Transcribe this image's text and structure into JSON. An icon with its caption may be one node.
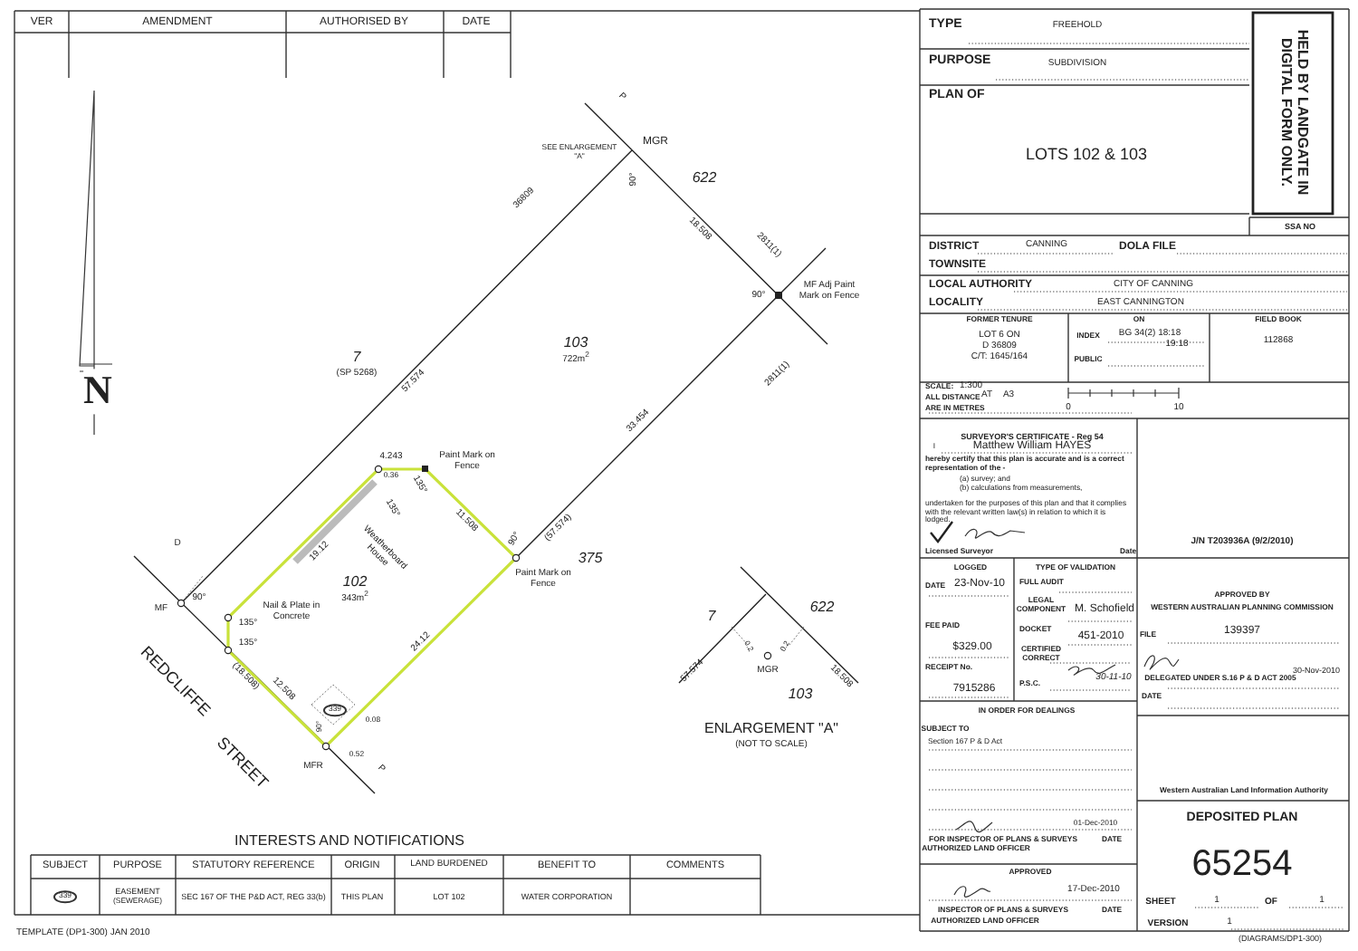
{
  "diagram": {
    "labels": [
      "VER",
      "AMENDMENT",
      "AUTHORISED BY",
      "DATE",
      "N",
      "P",
      "SEE ENLARGEMENT \"A\"",
      "MGR",
      "90°",
      "622",
      "36809",
      "18.508",
      "2811(1)",
      "90°",
      "MF Adj Paint Mark on Fence",
      "7",
      "(SP 5268)",
      "103",
      "722m$^{2}$",
      "57.574",
      "2811(1)",
      "33.454",
      "4.243",
      "Paint Mark on Fence",
      "0.36",
      "135°",
      "135°",
      "11.508",
      "Weatherboard House",
      "19.12",
      "(57.574)",
      "90°",
      "375",
      "Paint Mark on Fence",
      "D",
      "102",
      "343m$^{2}$",
      "Nail & Plate in Concrete",
      "MF",
      "90°",
      "135°",
      "135°",
      "(18.508)",
      "12.508",
      "24.12",
      "REDCLIFFE",
      "STREET",
      "339",
      "90°",
      "0.08",
      "0.52",
      "MFR",
      "P",
      "7",
      "622",
      "0.2",
      "0.2",
      "57.574",
      "MGR",
      "18.508",
      "103",
      "ENLARGEMENT \"A\"",
      "(NOT TO SCALE)",
      "INTERESTS AND NOTIFICATIONS",
      "SUBJECT",
      "PURPOSE",
      "STATUTORY REFERENCE",
      "ORIGIN",
      "LAND BURDENED",
      "BENEFIT TO",
      "COMMENTS",
      "339",
      "EASEMENT",
      "(SEWERAGE)",
      "SEC 167 OF THE P&D ACT, REG 33(b)",
      "THIS PLAN",
      "LOT 102",
      "WATER CORPORATION",
      "TEMPLATE (DP1-300) JAN 2010",
      "TYPE",
      "FREEHOLD",
      "PURPOSE",
      "SUBDIVISION",
      "PLAN OF",
      "LOTS 102 & 103",
      "HELD BY LANDGATE IN DIGITAL FORM ONLY.",
      "SSA NO",
      "DISTRICT",
      "CANNING",
      "DOLA FILE",
      "TOWNSITE",
      "LOCAL AUTHORITY",
      "CITY OF CANNING",
      "LOCALITY",
      "EAST CANNINGTON",
      "FORMER TENURE",
      "LOT 6 ON",
      "D 36809",
      "C/T: 1645/164",
      "ON",
      "INDEX",
      "BG 34(2) 18:18",
      "19:18",
      "PUBLIC",
      "FIELD BOOK",
      "112868",
      "SCALE:",
      "1:300",
      "ALL DISTANCE",
      "AT",
      "A3",
      "ARE IN METRES",
      "0",
      "10",
      "SURVEYOR'S CERTIFICATE - Reg 54",
      "I",
      "Matthew William HAYES",
      "hereby certify that this plan is accurate and is a correct representation of the -",
      "(a) survey; and",
      "(b) calculations from measurements,",
      "undertaken for the purposes of this plan and that it complies with the relevant written law(s) in relation to which it is lodged.",
      "Licensed Surveyor",
      "Date",
      "J/N T203936A (9/2/2010)",
      "LOGGED",
      "DATE",
      "23-Nov-10",
      "FEE PAID",
      "$329.00",
      "RECEIPT No.",
      "7915286",
      "TYPE OF VALIDATION",
      "FULL AUDIT",
      "LEGAL COMPONENT",
      "M. Schofield",
      "DOCKET",
      "451-2010",
      "CERTIFIED CORRECT",
      "P.S.C.",
      "30-11-10",
      "APPROVED BY",
      "WESTERN AUSTRALIAN PLANNING COMMISSION",
      "FILE",
      "139397",
      "30-Nov-2010",
      "DELEGATED UNDER S.16 P & D ACT 2005",
      "DATE",
      "IN ORDER FOR DEALINGS",
      "SUBJECT TO",
      "Section 167 P & D Act",
      "01-Dec-2010",
      "FOR INSPECTOR OF PLANS & SURVEYS",
      "DATE",
      "AUTHORIZED LAND OFFICER",
      "APPROVED",
      "17-Dec-2010",
      "INSPECTOR OF PLANS & SURVEYS",
      "DATE",
      "AUTHORIZED LAND OFFICER",
      "Western Australian Land Information Authority",
      "DEPOSITED PLAN",
      "65254",
      "SHEET",
      "1",
      "OF",
      "1",
      "VERSION",
      "1",
      "(DIAGRAMS/DP1-300)"
    ]
  }
}
